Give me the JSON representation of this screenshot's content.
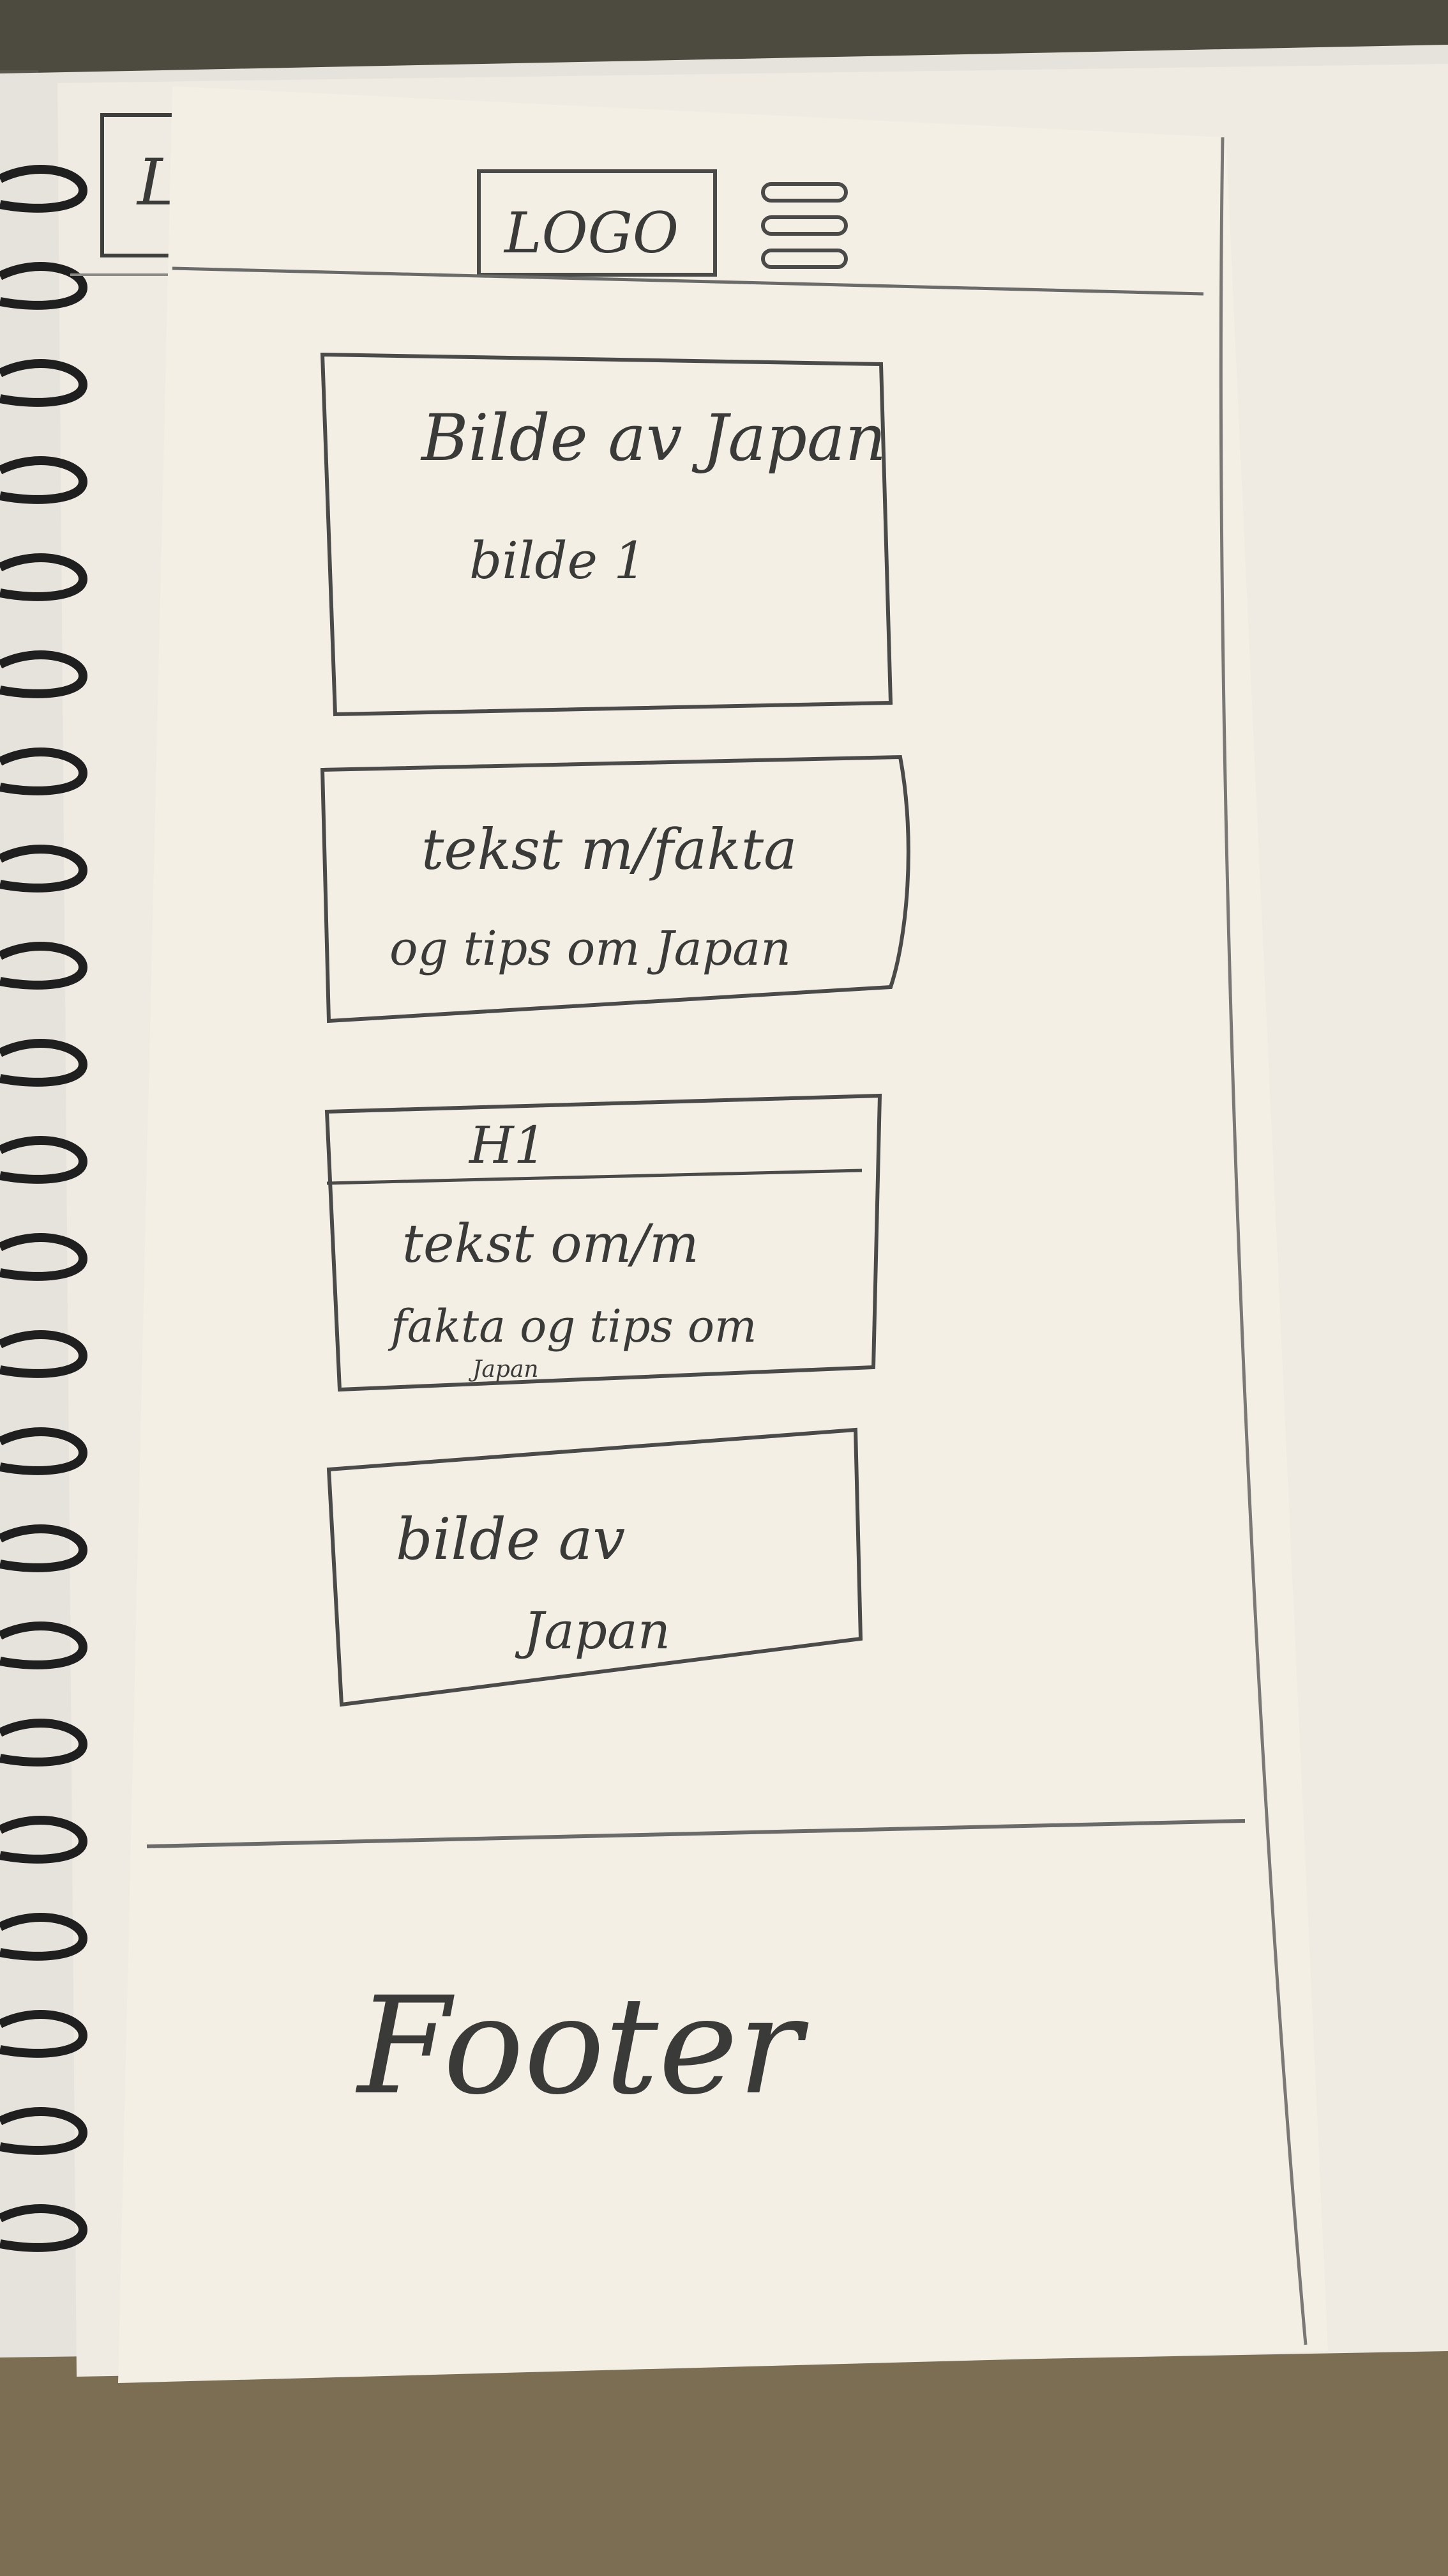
{
  "sketch": {
    "header": {
      "logo_label": "LOGO",
      "partial_logo_letter": "L",
      "menu_icon": "hamburger-menu-icon"
    },
    "cards": [
      {
        "lines": [
          "Bilde av Japan",
          "bilde 1"
        ]
      },
      {
        "lines": [
          "tekst m/fakta",
          "og tips om Japan"
        ]
      },
      {
        "heading": "H1",
        "lines": [
          "tekst om/m",
          "fakta og tips om",
          "Japan"
        ]
      },
      {
        "lines": [
          "bilde av",
          "Japan"
        ]
      }
    ],
    "footer_label": "Footer"
  },
  "colors": {
    "paper": "#f4efe5",
    "pencil": "#4a4a48",
    "background": "#6b6250"
  }
}
